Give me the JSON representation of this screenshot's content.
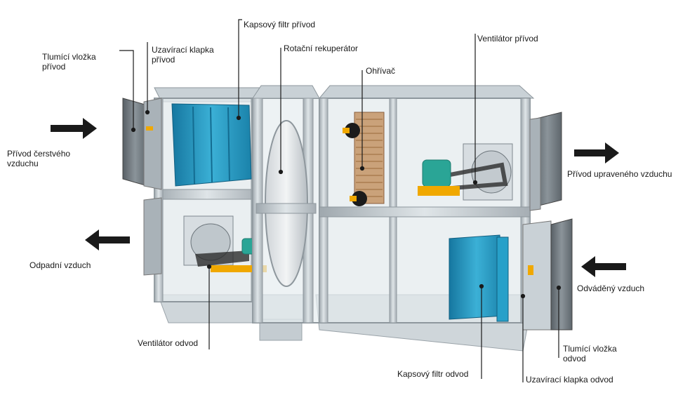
{
  "labels": {
    "tlumici_privod": [
      "Tlumící vložka",
      "přívod"
    ],
    "klapka_privod": [
      "Uzavírací klapka",
      "přívod"
    ],
    "kapsovy_privod": "Kapsový filtr přívod",
    "rekuperator": "Rotační rekuperátor",
    "ohrivac": "Ohřívač",
    "ventilator_privod": "Ventilátor přívod",
    "privod_cerstveho": [
      "Přívod čerstvého",
      "vzduchu"
    ],
    "privod_upraveneho": "Přívod upraveného vzduchu",
    "odpadni": "Odpadní vzduch",
    "odvadeny": "Odváděný vzduch",
    "ventilator_odvod": "Ventilátor odvod",
    "tlumici_odvod": [
      "Tlumící vložka",
      "odvod"
    ],
    "kapsovy_odvod": "Kapsový filtr odvod",
    "klapka_odvod": "Uzavírací klapka odvod"
  },
  "colors": {
    "frame": "#b9c2c8",
    "panel": "#dfe6ea",
    "filter": "#1f8fb8",
    "motor": "#2aa596",
    "base": "#f0a800",
    "arrow": "#1a1a1a"
  }
}
